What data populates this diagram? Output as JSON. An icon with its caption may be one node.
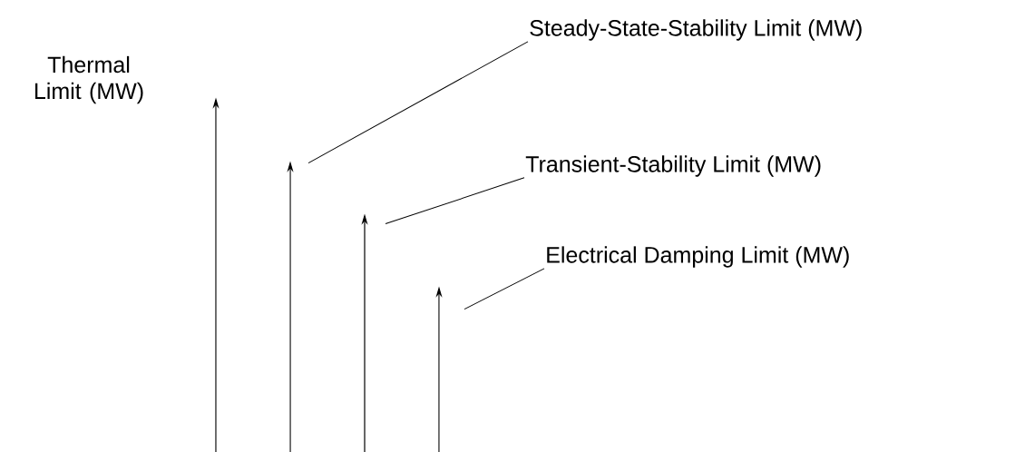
{
  "diagram": {
    "nodes": [
      {
        "text": [
          "Steady-State-Stability Limit (MW)"
        ]
      },
      {
        "text": [
          "Transient-Stability Limit (MW)"
        ]
      },
      {
        "text": [
          "Electrical Damping Limit (MW)"
        ]
      },
      {
        "text": [],
        "shape": "arrow"
      },
      {
        "text": [],
        "shape": "arrow"
      },
      {
        "text": [],
        "shape": "arrow"
      },
      {
        "text": [],
        "shape": "arrow"
      }
    ],
    "edges": [
      {
        "from": 0,
        "to": 4,
        "arrow": "none"
      },
      {
        "from": 1,
        "to": 5,
        "arrow": "none"
      },
      {
        "from": 2,
        "to": 6,
        "arrow": "none"
      }
    ],
    "labels": [
      "Thermal Limit (MW)"
    ]
  }
}
